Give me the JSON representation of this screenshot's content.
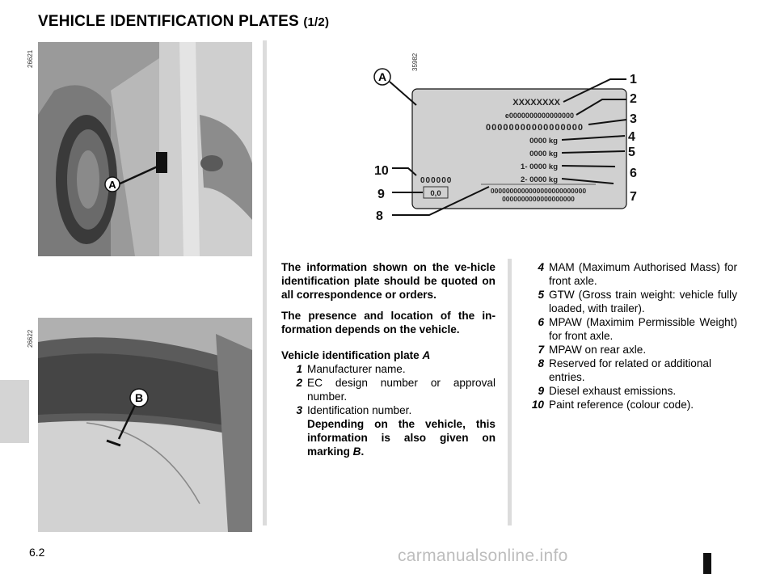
{
  "title": {
    "main": "VEHICLE IDENTIFICATION PLATES",
    "sub": "(1/2)"
  },
  "photo_codes": {
    "top": "26621",
    "bottom": "26622",
    "diagram": "35982"
  },
  "photo_labels": {
    "a": "A",
    "b": "B"
  },
  "plate": {
    "label": "A",
    "lines": [
      "XXXXXXXX",
      "e0000000000000000",
      "00000000000000000",
      "0000 kg",
      "0000 kg",
      "1- 0000 kg",
      "2- 0000 kg",
      "000000",
      "0,0",
      "0000000000000000000000000",
      "0000000000000000000"
    ],
    "callouts": [
      "1",
      "2",
      "3",
      "4",
      "5",
      "6",
      "7",
      "8",
      "9",
      "10"
    ]
  },
  "intro": {
    "p1": "The information shown on the ve-hicle identification plate should be quoted on all correspondence or orders.",
    "p2": "The presence and location of the in-formation depends on the vehicle."
  },
  "list": {
    "heading": "Vehicle identification plate",
    "heading_ref": "A",
    "items": [
      {
        "num": "1",
        "text": "Manufacturer name."
      },
      {
        "num": "2",
        "text": "EC design number or approval number."
      },
      {
        "num": "3",
        "text": "Identification number.",
        "bold": "Depending on the vehicle, this information is also given on marking",
        "bold_ref": "B",
        "bold_end": "."
      },
      {
        "num": "4",
        "text": "MAM (Maximum Authorised Mass) for front axle."
      },
      {
        "num": "5",
        "text": "GTW (Gross train weight: vehicle fully loaded, with trailer)."
      },
      {
        "num": "6",
        "text": "MPAW (Maximim Permissible Weight) for front axle."
      },
      {
        "num": "7",
        "text": "MPAW on rear axle."
      },
      {
        "num": "8",
        "text": "Reserved for related or additional entries."
      },
      {
        "num": "9",
        "text": "Diesel exhaust emissions."
      },
      {
        "num": "10",
        "text": "Paint reference (colour code)."
      }
    ]
  },
  "footer": {
    "page": "6.2",
    "watermark": "carmanualsonline.info"
  }
}
